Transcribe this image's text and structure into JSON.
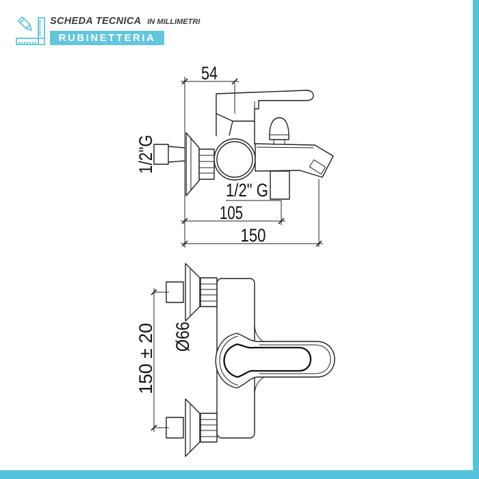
{
  "header": {
    "icon": "ruler-pencil-icon",
    "title": "SCHEDA TECNICA",
    "subtitle": "IN MILLIMETRI",
    "category": "RUBINETTERIA"
  },
  "colors": {
    "accent_frame": "#55C3DB",
    "badge_background": "#62C6DD",
    "badge_text": "#FFFFFF",
    "line_color": "#1F1F1F",
    "text_color": "#111111"
  },
  "side_view": {
    "dim_wall_to_axis": "54",
    "dim_side_thread": "1/2\"G",
    "dim_bottom_thread": "1/2\" G",
    "dim_depth_outlet": "105",
    "dim_depth_total": "150"
  },
  "front_view": {
    "dim_flange_diameter": "Ø66",
    "dim_inlet_centers": "150 ± 20"
  }
}
